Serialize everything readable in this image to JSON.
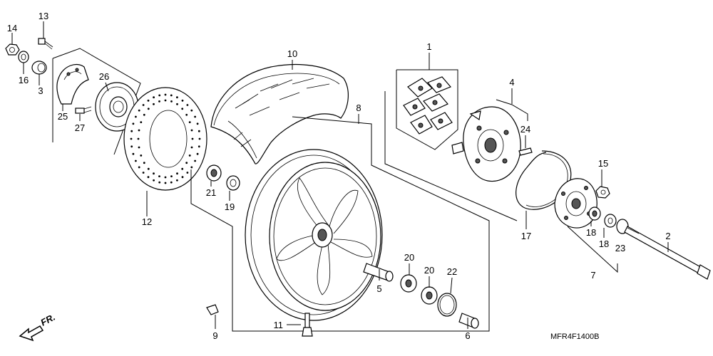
{
  "diagram": {
    "code": "MFR4F1400B",
    "direction_label": "FR.",
    "callouts": {
      "c1": "1",
      "c2": "2",
      "c3": "3",
      "c4": "4",
      "c5": "5",
      "c6": "6",
      "c7": "7",
      "c8": "8",
      "c9": "9",
      "c10": "10",
      "c11": "11",
      "c12": "12",
      "c13": "13",
      "c14": "14",
      "c15": "15",
      "c16": "16",
      "c17": "17",
      "c18a": "18",
      "c18b": "18",
      "c19": "19",
      "c20a": "20",
      "c20b": "20",
      "c21": "21",
      "c22": "22",
      "c23": "23",
      "c24": "24",
      "c25": "25",
      "c26": "26",
      "c27": "27"
    }
  }
}
